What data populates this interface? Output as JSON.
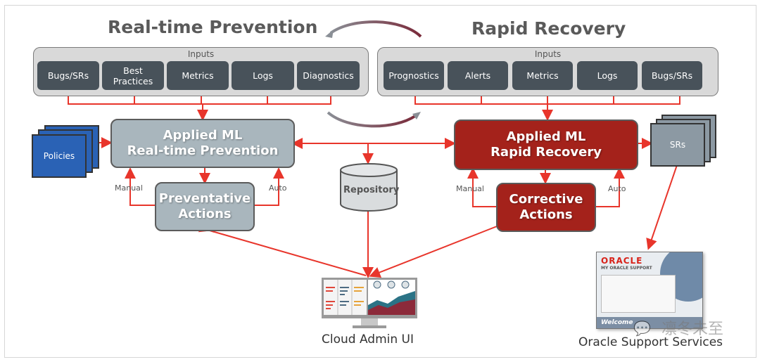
{
  "titles": {
    "left": "Real-time Prevention",
    "right": "Rapid Recovery"
  },
  "left_inputs": {
    "label": "Inputs",
    "items": [
      "Bugs/SRs",
      "Best Practices",
      "Metrics",
      "Logs",
      "Diagnostics"
    ]
  },
  "right_inputs": {
    "label": "Inputs",
    "items": [
      "Prognostics",
      "Alerts",
      "Metrics",
      "Logs",
      "Bugs/SRs"
    ]
  },
  "policies": "Policies",
  "srs": "SRs",
  "ml_prevention": {
    "line1": "Applied ML",
    "line2": "Real-time Prevention"
  },
  "ml_recovery": {
    "line1": "Applied ML",
    "line2": "Rapid Recovery"
  },
  "preventative": {
    "line1": "Preventative",
    "line2": "Actions"
  },
  "corrective": {
    "line1": "Corrective",
    "line2": "Actions"
  },
  "labels": {
    "manual": "Manual",
    "auto": "Auto"
  },
  "repository": "Repository",
  "cloud_admin": "Cloud Admin UI",
  "oracle_support": {
    "caption": "Oracle Support Services",
    "brand": "ORACLE",
    "subtitle": "MY ORACLE SUPPORT",
    "welcome": "Welcome"
  },
  "watermark": "凛冬未至",
  "colors": {
    "accent_red": "#e8352b",
    "recovery_red": "#a4221b",
    "prevention_grey": "#a9b6bd",
    "chip_dark": "#48525a",
    "policies_blue": "#2a62b5"
  }
}
